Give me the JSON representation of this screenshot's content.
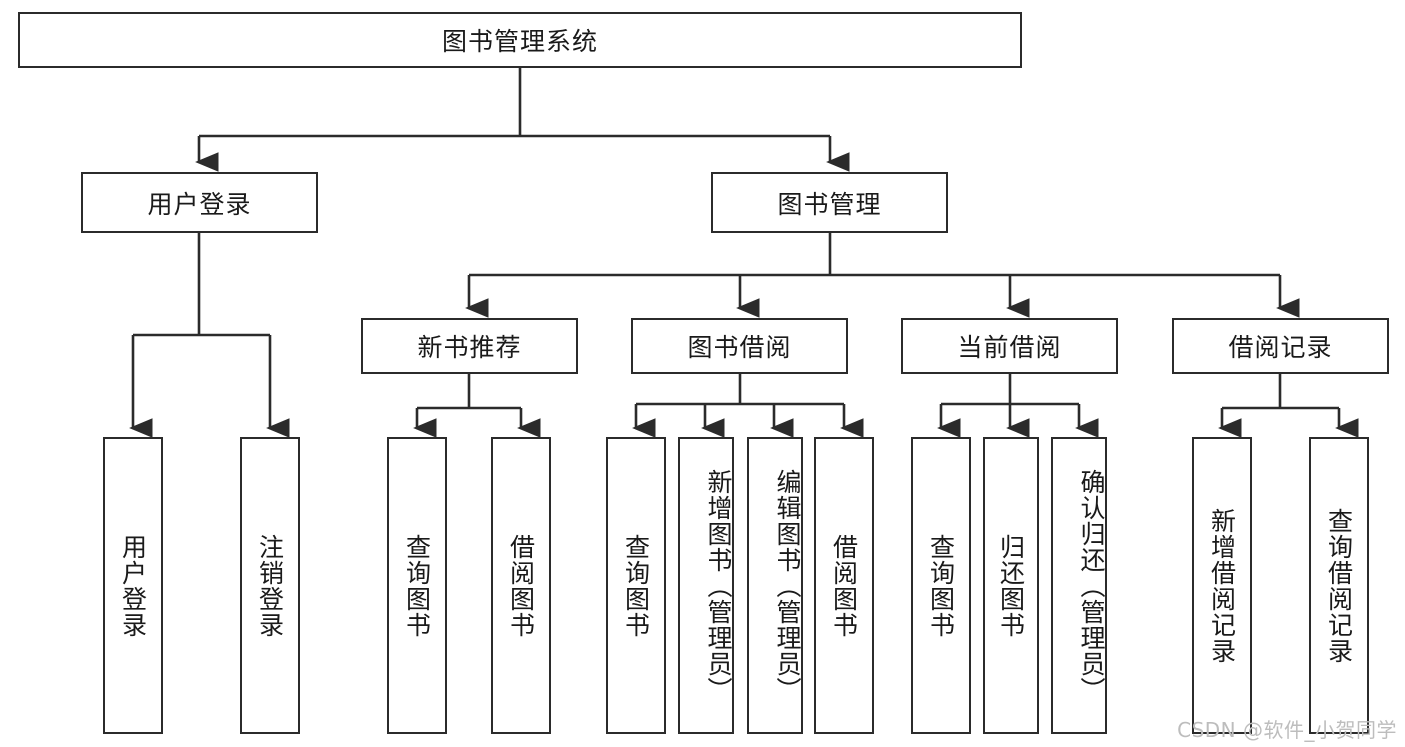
{
  "diagram": {
    "title": "图书管理系统",
    "type": "hierarchy-tree",
    "root": {
      "label": "图书管理系统",
      "id": "root-system"
    },
    "level2": [
      {
        "id": "user-login",
        "label": "用户登录"
      },
      {
        "id": "book-management",
        "label": "图书管理"
      }
    ],
    "level3": [
      {
        "id": "new-book-recommend",
        "label": "新书推荐",
        "parent": "book-management"
      },
      {
        "id": "book-borrow",
        "label": "图书借阅",
        "parent": "book-management"
      },
      {
        "id": "current-borrow",
        "label": "当前借阅",
        "parent": "book-management"
      },
      {
        "id": "borrow-record",
        "label": "借阅记录",
        "parent": "book-management"
      }
    ],
    "leaves": [
      {
        "id": "leaf-user-login",
        "label": "用户登录",
        "parent": "user-login"
      },
      {
        "id": "leaf-logout-login",
        "label": "注销登录",
        "parent": "user-login"
      },
      {
        "id": "leaf-query-book-1",
        "label": "查询图书",
        "parent": "new-book-recommend"
      },
      {
        "id": "leaf-borrow-book-1",
        "label": "借阅图书",
        "parent": "new-book-recommend"
      },
      {
        "id": "leaf-query-book-2",
        "label": "查询图书",
        "parent": "book-borrow"
      },
      {
        "id": "leaf-add-book",
        "label": "新增图书（管理员）",
        "parent": "book-borrow"
      },
      {
        "id": "leaf-edit-book",
        "label": "编辑图书（管理员）",
        "parent": "book-borrow"
      },
      {
        "id": "leaf-borrow-book-2",
        "label": "借阅图书",
        "parent": "book-borrow"
      },
      {
        "id": "leaf-query-book-3",
        "label": "查询图书",
        "parent": "current-borrow"
      },
      {
        "id": "leaf-return-book",
        "label": "归还图书",
        "parent": "current-borrow"
      },
      {
        "id": "leaf-confirm-return",
        "label": "确认归还（管理员）",
        "parent": "current-borrow"
      },
      {
        "id": "leaf-add-record",
        "label": "新增借阅记录",
        "parent": "borrow-record"
      },
      {
        "id": "leaf-query-record",
        "label": "查询借阅记录",
        "parent": "borrow-record"
      }
    ]
  },
  "watermark": {
    "text": "CSDN @软件_小贺同学"
  },
  "colors": {
    "stroke": "#2b2b2b",
    "background": "#ffffff",
    "text": "#1a1a1a",
    "watermark": "#bdbdbd"
  }
}
